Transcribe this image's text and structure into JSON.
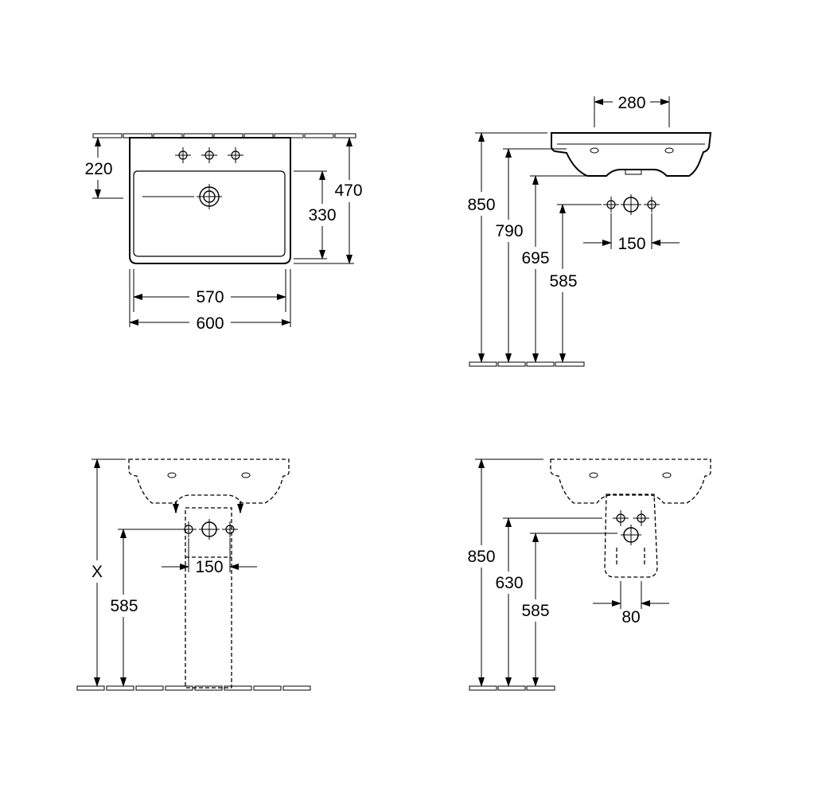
{
  "views": {
    "top": {
      "dim_depth_tap": "220",
      "dim_depth_total": "470",
      "dim_bowl_depth": "330",
      "dim_bowl_width": "570",
      "dim_total_width": "600"
    },
    "side": {
      "dim_top_width": "280",
      "dim_rim_height": "850",
      "dim_underside_height": "790",
      "dim_waste_height": "695",
      "dim_supply_height": "585",
      "dim_supply_spacing": "150"
    },
    "pedestal": {
      "dim_rim_height": "X",
      "dim_supply_height": "585",
      "dim_supply_spacing": "150"
    },
    "semi_pedestal": {
      "dim_rim_height": "850",
      "dim_waste_height": "630",
      "dim_supply_height": "585",
      "dim_supply_spacing": "80"
    }
  }
}
